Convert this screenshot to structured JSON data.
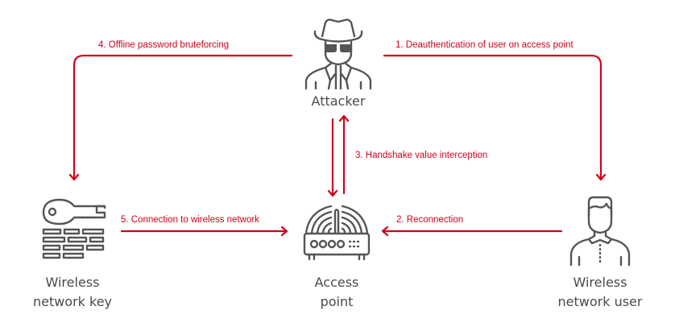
{
  "colors": {
    "accent": "#d0021b",
    "icon": "#555555",
    "text": "#4a4a4a",
    "background": "#ffffff"
  },
  "nodes": {
    "attacker": {
      "label_lines": [
        "Attacker"
      ],
      "icon": "spy-icon"
    },
    "key": {
      "label_lines": [
        "Wireless",
        "network key"
      ],
      "icon": "key-wall-icon"
    },
    "access_point": {
      "label_lines": [
        "Access",
        "point"
      ],
      "icon": "router-icon"
    },
    "user": {
      "label_lines": [
        "Wireless",
        "network user"
      ],
      "icon": "user-icon"
    }
  },
  "steps": [
    {
      "number": "1.",
      "text": "Deauthentication of user on access point",
      "from": "Attacker",
      "to": "Wireless network user"
    },
    {
      "number": "2.",
      "text": "Reconnection",
      "from": "Wireless network user",
      "to": "Access point"
    },
    {
      "number": "3.",
      "text": "Handshake value interception",
      "from": "Access point",
      "to": "Attacker"
    },
    {
      "number": "4.",
      "text": "Offline password bruteforcing",
      "from": "Attacker",
      "to": "Wireless network key"
    },
    {
      "number": "5.",
      "text": "Connection to wireless network",
      "from": "Wireless network key",
      "to": "Access point"
    }
  ],
  "step_labels": {
    "s1": "1.  Deauthentication of user on access point",
    "s2": "2.  Reconnection",
    "s3": "3.  Handshake value interception",
    "s4": "4.  Offline password bruteforcing",
    "s5": "5.  Connection to wireless network"
  }
}
